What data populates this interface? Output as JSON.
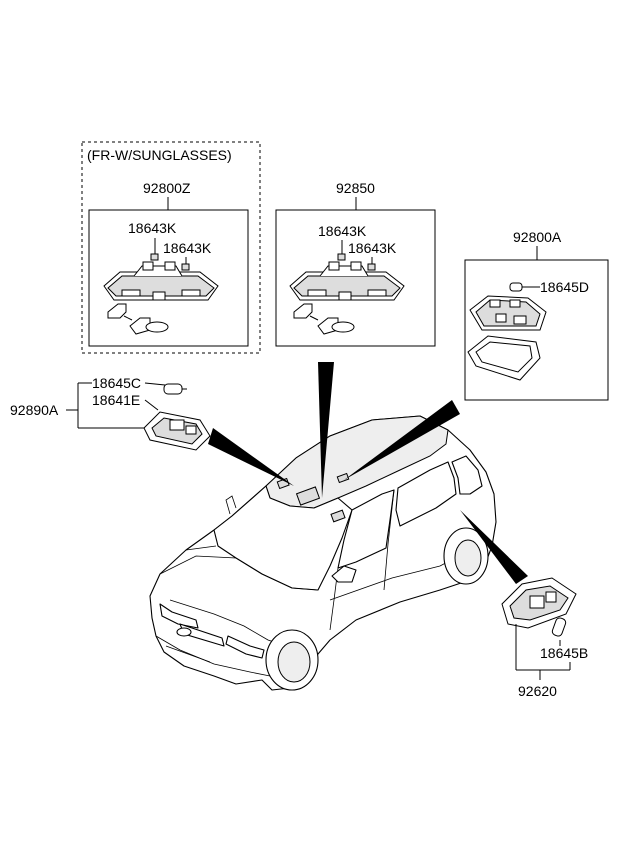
{
  "labels": {
    "group_fr_sunglasses": "(FR-W/SUNGLASSES)",
    "assy_92800Z": "92800Z",
    "assy_92850": "92850",
    "assy_92800A": "92800A",
    "assy_92890A": "92890A",
    "assy_92620": "92620",
    "p_18643K_a": "18643K",
    "p_18643K_b": "18643K",
    "p_18643K_c": "18643K",
    "p_18643K_d": "18643K",
    "p_18645D": "18645D",
    "p_18645C": "18645C",
    "p_18641E": "18641E",
    "p_18645B": "18645B"
  }
}
